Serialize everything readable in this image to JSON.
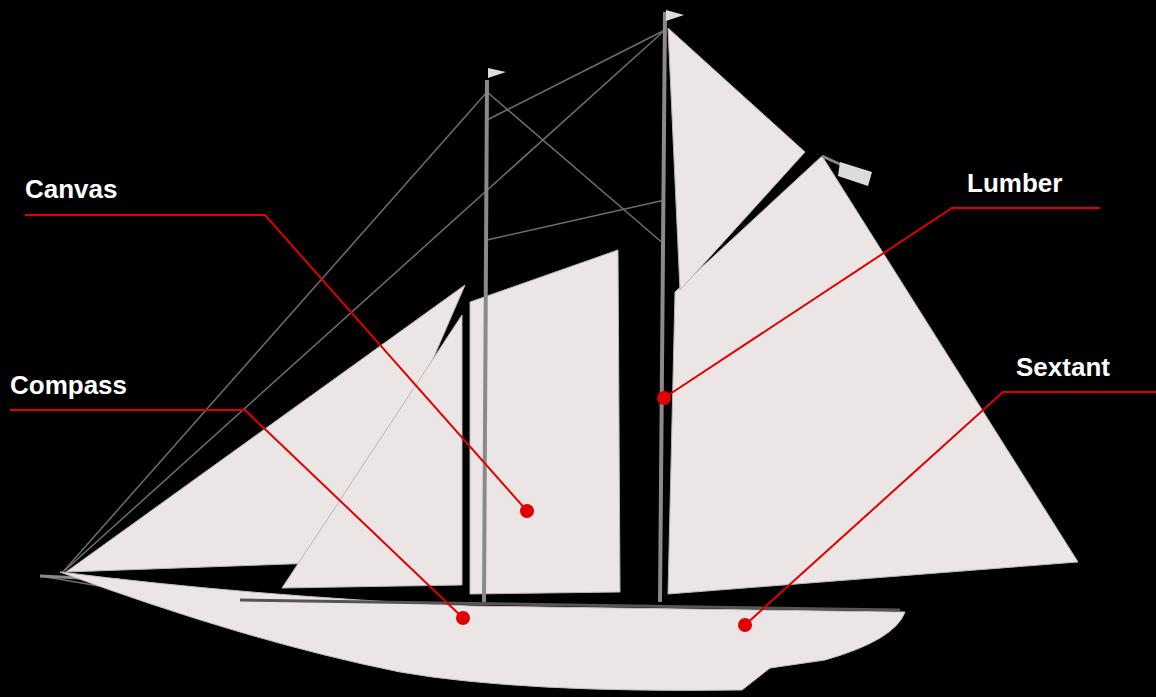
{
  "diagram": {
    "labels": [
      "Canvas",
      "Compass",
      "Lumber",
      "Sextant"
    ]
  }
}
